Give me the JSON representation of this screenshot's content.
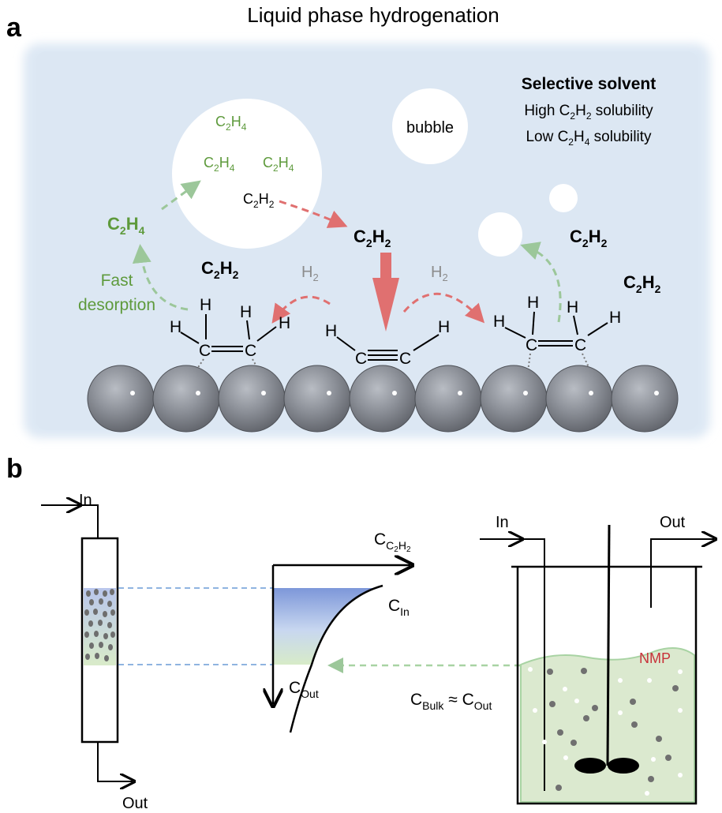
{
  "panel_a": {
    "label": "a",
    "title": "Liquid phase hydrogenation",
    "solvent_title": "Selective solvent",
    "solvent_line1": {
      "prefix": "High C",
      "sub": "2",
      "mid": "H",
      "sub2": "2",
      "suffix": " solubility"
    },
    "solvent_line2": {
      "prefix": "Low C",
      "sub": "2",
      "mid": "H",
      "sub2": "4",
      "suffix": " solubility"
    },
    "bubble_label": "bubble",
    "fast_desorption_1": "Fast",
    "fast_desorption_2": "desorption",
    "h2_label": "H",
    "h2_sub": "2",
    "c": "C",
    "h": "H",
    "sub2": "2",
    "sub4": "4",
    "colors": {
      "background": "#dde8f4",
      "green": "#5e9a3c",
      "red_arrow": "#e07070",
      "green_arrow": "#9cc79a",
      "sphere": "#8a8e96",
      "h2_gray": "#8c8c8c"
    }
  },
  "panel_b": {
    "label": "b",
    "in_left": "In",
    "out_left": "Out",
    "in_right": "In",
    "out_right": "Out",
    "c_axis": "C",
    "c_axis_sub": "C",
    "c_axis_sub_sub": "2",
    "c_axis_sub_h": "H",
    "c_axis_sub_h2": "2",
    "c_in": "C",
    "c_in_sub": "In",
    "c_out": "C",
    "c_out_sub": "Out",
    "c_bulk": "C",
    "c_bulk_sub": "Bulk",
    "approx": " ≈ C",
    "approx_sub": "Out",
    "nmp": "NMP",
    "colors": {
      "liquid": "#dbe9cf",
      "nmp_red": "#c8323a",
      "dashed_blue": "#6a9bd6",
      "dashed_green": "#a8d3a3"
    }
  }
}
